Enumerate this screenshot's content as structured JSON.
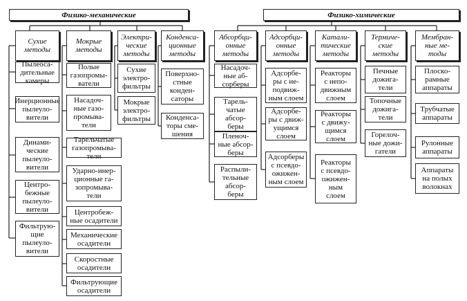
{
  "groups": {
    "mech": {
      "title": "Физико-механические",
      "columns": [
        {
          "header": "Сухие\nметоды",
          "items": [
            "Пылеоса-\nдительные\nкамеры",
            "Инерционные\nпылеуло-\nвители",
            "Динами-\nческие\nпылеуло-\nвители",
            "Центро-\nбежные\nпылеуло-\nвители",
            "Фильтрую-\nщие\nпылеуло-\nвители"
          ]
        },
        {
          "header": "Мокрые\nметоды",
          "items": [
            "Полые\nгазопромы-\nватели",
            "Насадоч-\nные газо-\nпромыва-\nтели",
            "Тарельчатые\nгазопромыва-\nтели",
            "Ударно-инер-\nционные га-\nзопромыва-\nтели",
            "Центробеж-\nные осадители",
            "Механические\nосадители",
            "Скоростные\nосадители",
            "Фильтрующие\nосадители"
          ]
        },
        {
          "header": "Электри-\nческие\nметоды",
          "items": [
            "Сухие\nэлектро-\nфильтры",
            "Мокрые\nэлектро-\nфильтры"
          ]
        },
        {
          "header": "Конденса-\nционные\nметоды",
          "items": [
            "Поверхно-\nстные\nконден-\nсаторы",
            "Конденса-\nторы сме-\nшения"
          ]
        }
      ]
    },
    "chem": {
      "title": "Физико-химические",
      "columns": [
        {
          "header": "Абсорбци-\nонные\nметоды",
          "items": [
            "Насадоч-\nные аб-\nсорберы",
            "Тарель-\nчатые\nабсор-\nберы",
            "Пленоч-\nные абсор-\nберы",
            "Распыли-\nтельные\nабсор-\nберы"
          ]
        },
        {
          "header": "Адсорбци-\nонные\nметоды",
          "items": [
            "Адсорбе-\nры с не-\nподвиж-\nным слоем",
            "Адсорбе-\nры с движ-\nущимся\nслоем",
            "Адсорберы\nс псевдо-\nожижен-\nным слоем"
          ]
        },
        {
          "header": "Катали-\nтические\nметоды",
          "items": [
            "Реакторы\nс непо-\nдвижным\nслоем",
            "Реакторы\nс движу-\nщимся\nслоем",
            "Реакторы\nс псевдо-\nожижен-\nным\nслоем"
          ]
        },
        {
          "header": "Термиче-\nские\nметоды",
          "items": [
            "Печные\nдожига-\nтели",
            "Топочные\nдожига-\nтели",
            "Горелоч-\nные дожи-\nгатели"
          ]
        },
        {
          "header": "Мембран-\nные ме-\nтоды",
          "items": [
            "Плоско-\nрамные\nаппараты",
            "Трубчатые\nаппараты",
            "Рулонные\nаппараты",
            "Аппараты\nна полых\nволокнах"
          ]
        }
      ]
    }
  }
}
